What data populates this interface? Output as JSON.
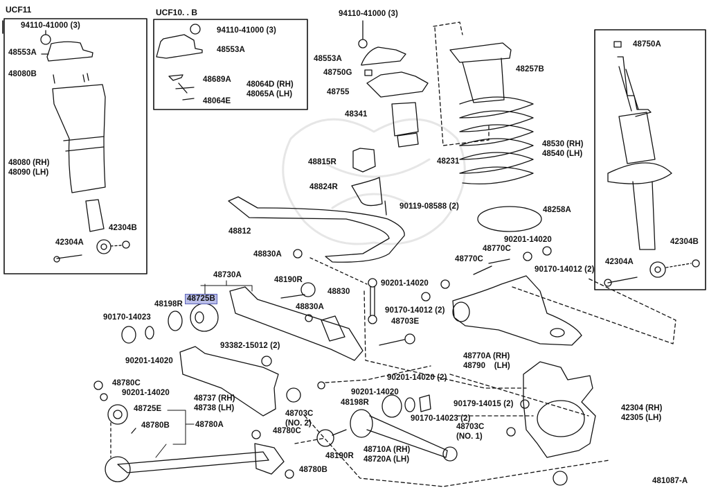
{
  "diagram": {
    "figure_id": "481087-A",
    "highlight_color": "#b9bde8",
    "insets": [
      {
        "title": "UCF11",
        "labels": [
          "94110-41000 (3)",
          "48553A",
          "48080B",
          "48080 (RH)\n48090 (LH)",
          "42304B",
          "42304A"
        ]
      },
      {
        "title": "UCF10. . B",
        "labels": [
          "94110-41000 (3)",
          "48553A",
          "48689A",
          "48064D (RH)\n48065A (LH)",
          "48064E"
        ]
      },
      {
        "title": "",
        "labels": [
          "48750A",
          "48530 (RH)\n48540 (LH)",
          "42304B",
          "42304A"
        ]
      }
    ],
    "labels": {
      "ucf11_title": "UCF11",
      "ucf11_94110": "94110-41000 (3)",
      "ucf11_48553A": "48553A",
      "ucf11_48080B": "48080B",
      "ucf11_48080": "48080 (RH)\n48090 (LH)",
      "ucf11_42304B": "42304B",
      "ucf11_42304A": "42304A",
      "ucf10_title": "UCF10. . B",
      "ucf10_94110": "94110-41000 (3)",
      "ucf10_48553A": "48553A",
      "ucf10_48689A": "48689A",
      "ucf10_48064D": "48064D (RH)\n48065A (LH)",
      "ucf10_48064E": "48064E",
      "main_94110": "94110-41000 (3)",
      "main_48553A": "48553A",
      "main_48750G": "48750G",
      "main_48755": "48755",
      "main_48341": "48341",
      "main_48257B": "48257B",
      "main_48231": "48231",
      "main_48258A": "48258A",
      "main_48815R": "48815R",
      "main_48824R": "48824R",
      "main_90119": "90119-08588 (2)",
      "main_48812": "48812",
      "main_48830A_top": "48830A",
      "main_48730A": "48730A",
      "main_48725B": "48725B",
      "main_48190R_top": "48190R",
      "main_48830A_mid": "48830A",
      "main_48198R_left": "48198R",
      "main_48830": "48830",
      "main_90170_14023_left": "90170-14023",
      "main_90201_14020_left": "90201-14020",
      "main_93382": "93382-15012 (2)",
      "main_48737": "48737 (RH)\n48738 (LH)",
      "main_48780C_top": "48780C",
      "main_90201_14020_bl": "90201-14020",
      "main_48725E": "48725E",
      "main_48780B_left": "48780B",
      "main_48780A": "48780A",
      "main_48703C_no2": "48703C\n(NO. 2)",
      "main_48780C_mid": "48780C",
      "main_48780B_bottom": "48780B",
      "main_90201_14020_center": "90201-14020",
      "main_90170_14012_center": "90170-14012 (2)",
      "main_48703E": "48703E",
      "main_48770C_a": "48770C",
      "main_48770C_b": "48770C",
      "main_90201_14020_right": "90201-14020",
      "main_90170_14012_right": "90170-14012 (2)",
      "main_48770A": "48770A (RH)\n48790    (LH)",
      "main_90201_14020_2": "90201-14020 (2)",
      "main_90201_14020_low": "90201-14020",
      "main_48198R_low": "48198R",
      "main_90170_14023_2": "90170-14023 (2)",
      "main_90179": "90179-14015 (2)",
      "main_48703C_no1": "48703C\n(NO. 1)",
      "main_48190R_low": "48190R",
      "main_48710A": "48710A (RH)\n48720A (LH)",
      "main_42304": "42304 (RH)\n42305 (LH)",
      "shock_48750A": "48750A",
      "shock_48530": "48530 (RH)\n48540 (LH)",
      "shock_42304B": "42304B",
      "shock_42304A": "42304A",
      "figure_id": "481087-A"
    }
  }
}
